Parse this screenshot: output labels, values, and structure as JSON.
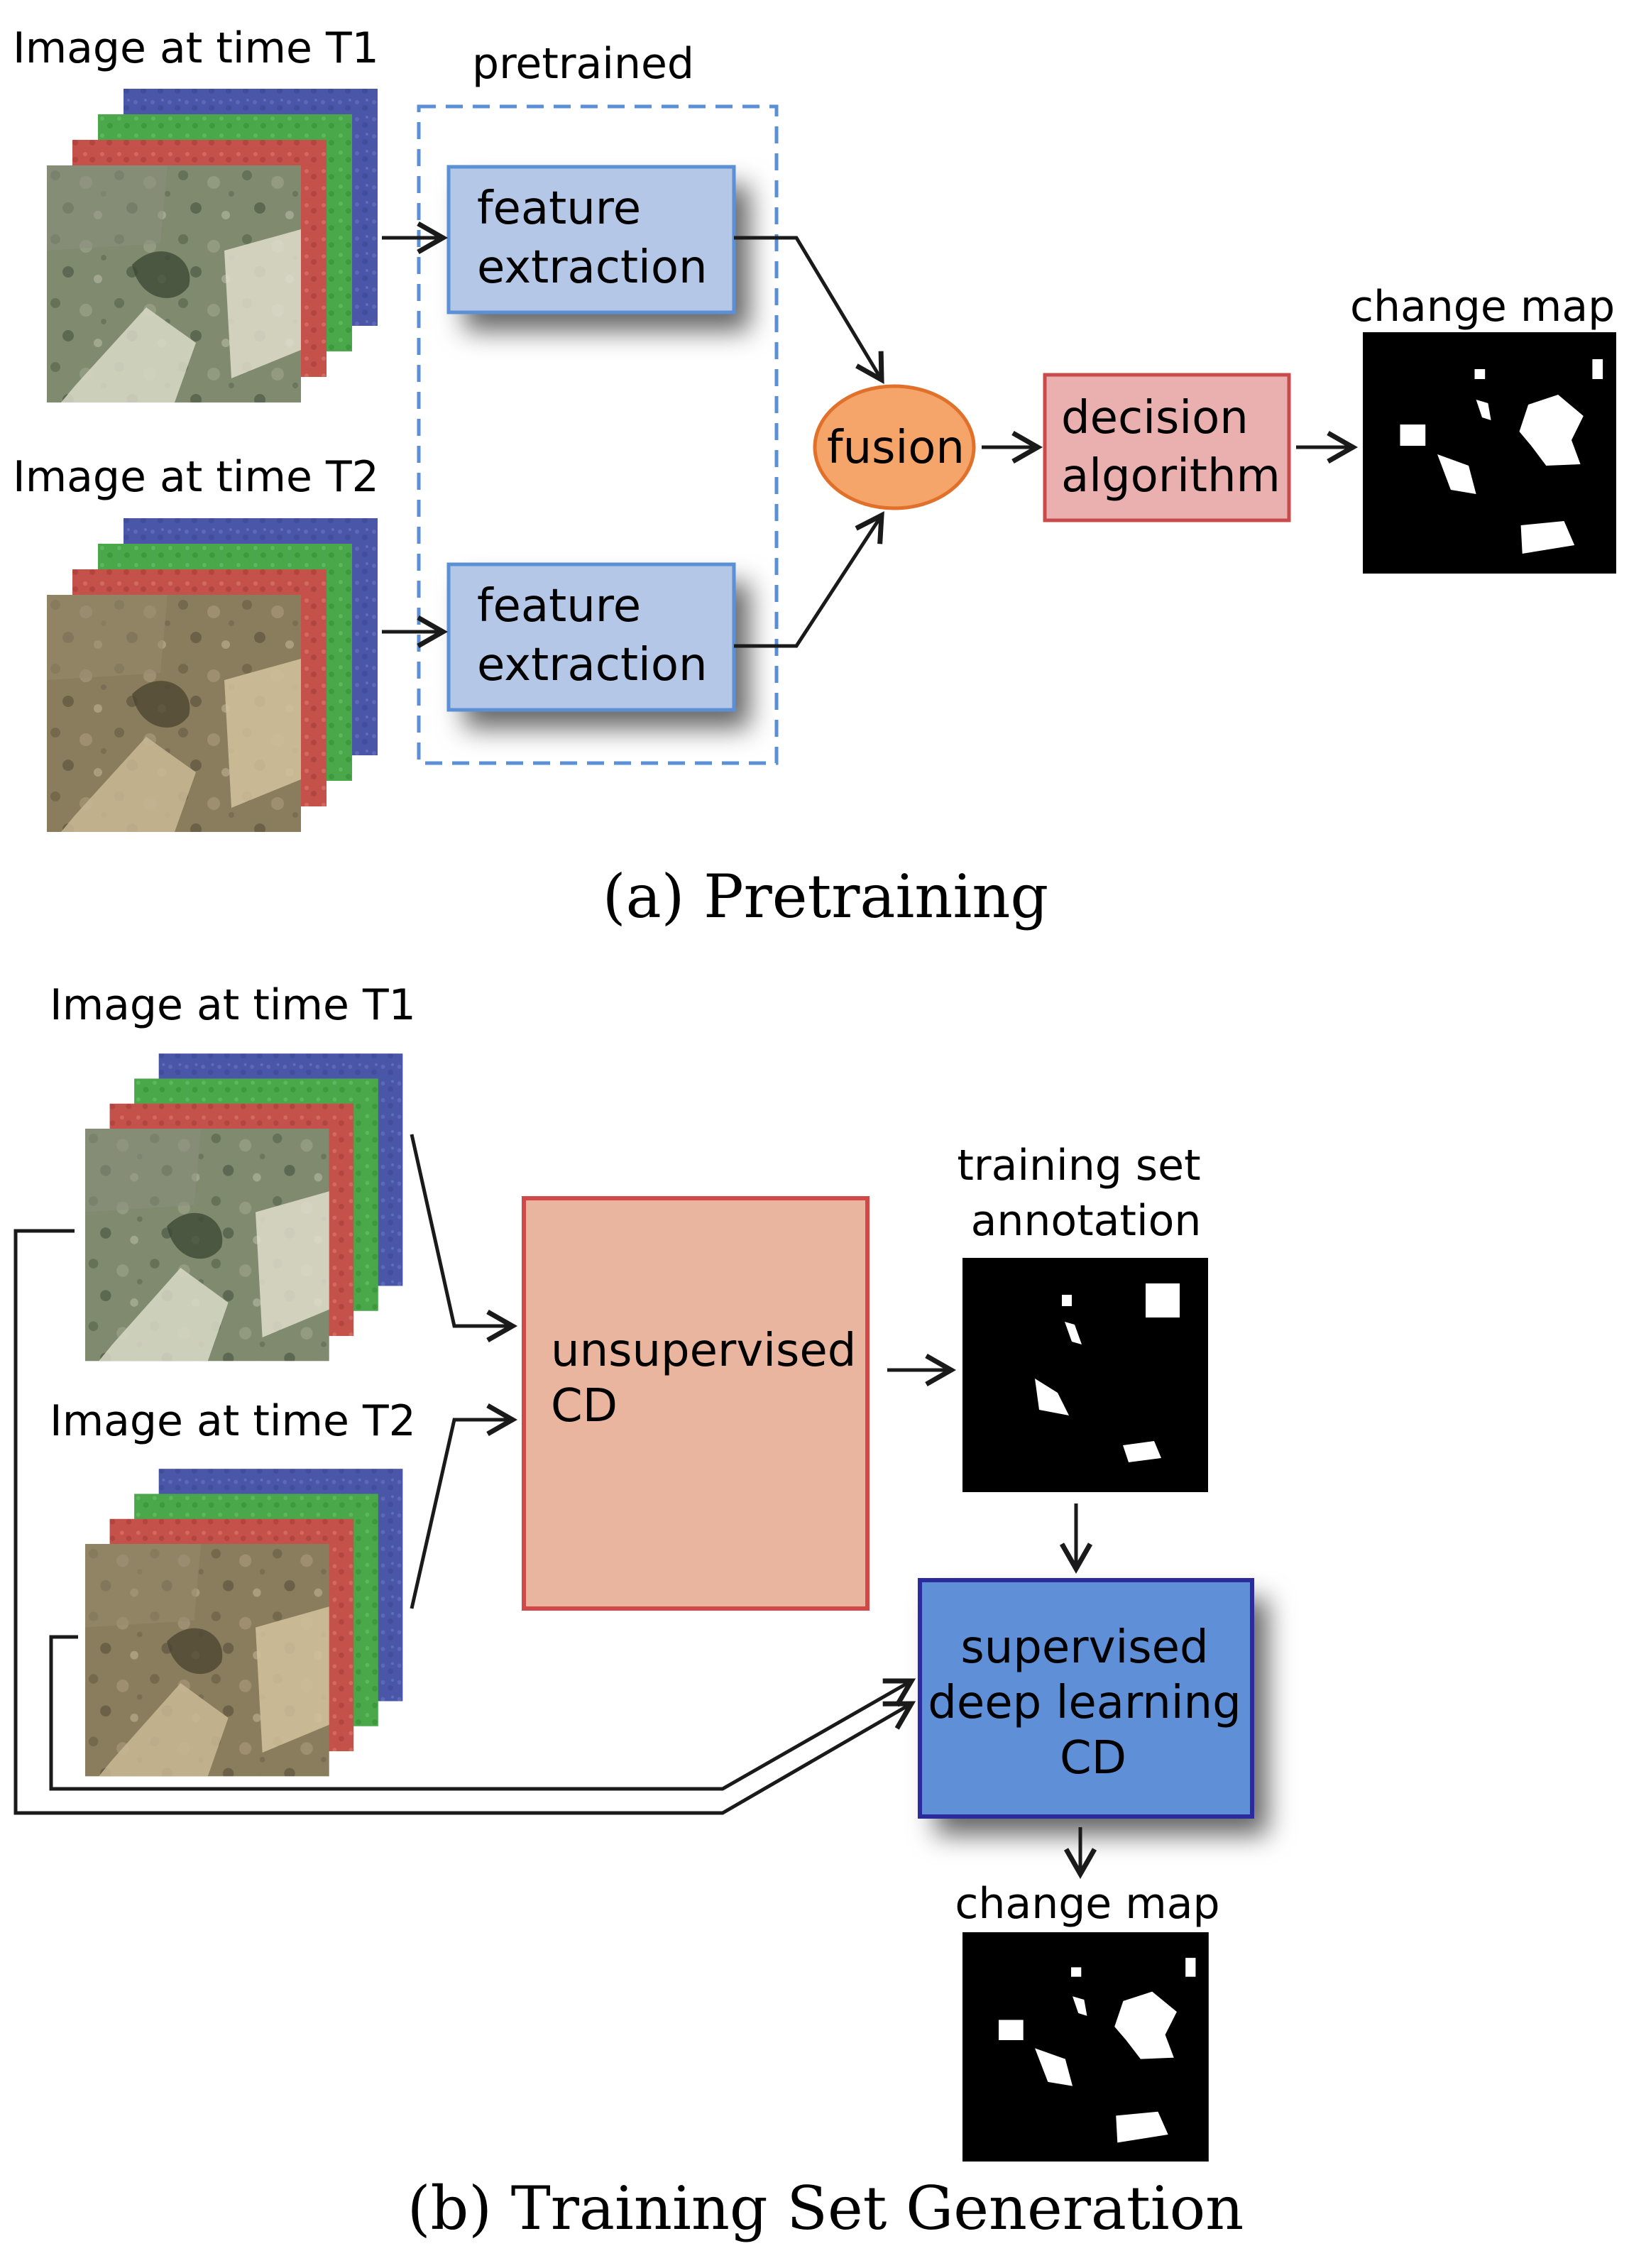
{
  "colors": {
    "feature_fill": "#b4c7e7",
    "feature_stroke": "#5b8fd6",
    "pretrained_dash": "#5b8fd6",
    "pretrained_text": "#4a7fd0",
    "fusion_fill": "#f5a46a",
    "fusion_stroke": "#e0702a",
    "decision_fill": "#eab0b0",
    "decision_stroke": "#c94a4a",
    "unsup_fill": "#e9b59e",
    "unsup_stroke": "#d04848",
    "sup_fill": "#5f8fd6",
    "sup_stroke": "#2b2b9e",
    "layer_blue": "#4a56a8",
    "layer_green": "#4aa84a",
    "layer_red": "#c4524a",
    "map_black": "#000000"
  },
  "pretraining": {
    "t1_label": "Image at time T1",
    "t2_label": "Image at time T2",
    "pretrained_label": "pretrained",
    "feature_line1": "feature",
    "feature_line2": "extraction",
    "fusion_label": "fusion",
    "decision_line1": "decision",
    "decision_line2": "algorithm",
    "change_map_label": "change map",
    "caption": "(a) Pretraining"
  },
  "training": {
    "t1_label": "Image at time T1",
    "t2_label": "Image at time T2",
    "unsup_line1": "unsupervised",
    "unsup_line2": "CD",
    "annotation_line1": "training set",
    "annotation_line2": "annotation",
    "sup_line1": "supervised",
    "sup_line2": "deep learning",
    "sup_line3": "CD",
    "change_map_label": "change map",
    "caption": "(b) Training Set Generation"
  }
}
